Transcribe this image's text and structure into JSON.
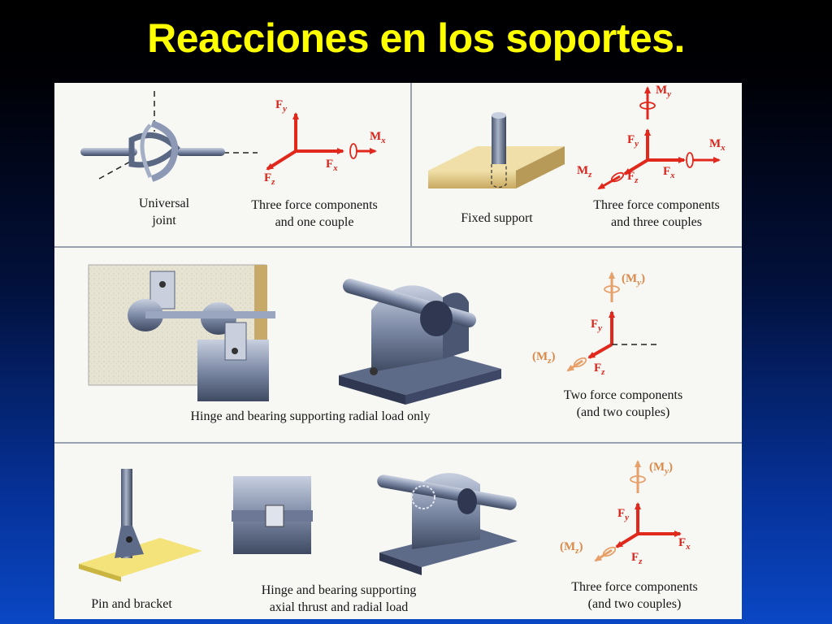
{
  "title": "Reacciones en los soportes.",
  "colors": {
    "title": "#ffff00",
    "force_arrow": "#e0281c",
    "couple_arrow_soft": "#e8a06a",
    "panel": "#f7f7f4"
  },
  "symbols": {
    "Fx": {
      "main": "F",
      "sub": "x"
    },
    "Fy": {
      "main": "F",
      "sub": "y"
    },
    "Fz": {
      "main": "F",
      "sub": "z"
    },
    "Mx": {
      "main": "M",
      "sub": "x"
    },
    "My": {
      "main": "M",
      "sub": "y"
    },
    "Mz": {
      "main": "M",
      "sub": "z"
    },
    "My_paren": {
      "open": "(M",
      "sub": "y",
      "close": ")"
    },
    "Mz_paren": {
      "open": "(M",
      "sub": "z",
      "close": ")"
    }
  },
  "panels": {
    "universal_joint": {
      "support_caption_1": "Universal",
      "support_caption_2": "joint",
      "reaction_caption_1": "Three force components",
      "reaction_caption_2": "and one couple"
    },
    "fixed_support": {
      "support_caption": "Fixed support",
      "reaction_caption_1": "Three force components",
      "reaction_caption_2": "and three couples"
    },
    "hinge_bearing_radial": {
      "support_caption": "Hinge and bearing supporting radial load only",
      "reaction_caption_1": "Two force components",
      "reaction_caption_2": "(and two couples)"
    },
    "pin_hinge_bearing_axial": {
      "pin_caption": "Pin and bracket",
      "hinge_caption_1": "Hinge and bearing supporting",
      "hinge_caption_2": "axial thrust and radial load",
      "reaction_caption_1": "Three force components",
      "reaction_caption_2": "(and two couples)"
    }
  }
}
